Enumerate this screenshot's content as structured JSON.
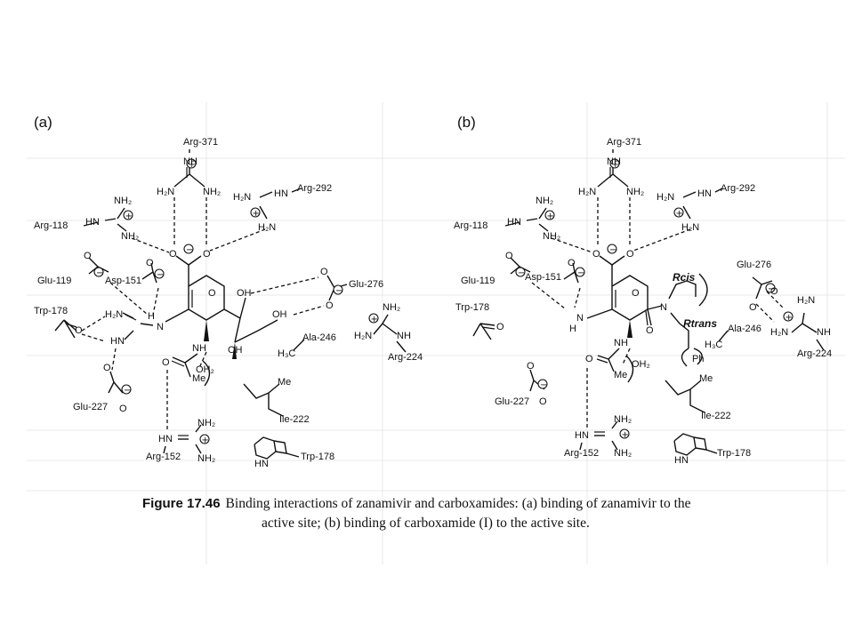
{
  "panels": {
    "a": {
      "label": "(a)",
      "residues": {
        "arg371": "Arg-371",
        "arg292": "Arg-292",
        "arg118": "Arg-118",
        "glu119": "Glu-119",
        "asp151": "Asp-151",
        "glu276": "Glu-276",
        "trp178_top": "Trp-178",
        "ala246": "Ala-246",
        "arg224": "Arg-224",
        "glu227": "Glu-227",
        "ile222": "Ile-222",
        "arg152": "Arg-152",
        "trp178_bottom": "Trp-178"
      },
      "groups": {
        "h2n_371": "H₂N",
        "nh2_371": "NH₂",
        "nh_371": "NH",
        "h2n_292": "H₂N",
        "hn_292": "HN",
        "h2n_292b": "H₂N",
        "nh2_118a": "NH₂",
        "hn_118": "HN",
        "nh2_118b": "NH₂",
        "o_carb1": "O",
        "o_carb2": "O",
        "o_ring": "O",
        "oh1": "OH",
        "oh2": "OH",
        "oh3": "OH",
        "o_276a": "O",
        "o_276b": "O",
        "h2n_guan": "H₂N",
        "h_guan": "H",
        "n_guan": "N",
        "hn_guan": "HN",
        "o_trp": "O",
        "nh_amide": "NH",
        "o_amide": "O",
        "me_amide": "Me",
        "oh2_water": "OH₂",
        "nh2_224": "NH₂",
        "h2n_224": "H₂N",
        "nh_224": "NH",
        "h3c_246": "H₃C",
        "o_227": "O",
        "o_227b": "O",
        "me_222": "Me",
        "nh2_152": "NH₂",
        "hn_152": "HN",
        "nh2_152b": "NH₂",
        "hn_trp": "HN",
        "o_119": "O",
        "o_151": "O"
      }
    },
    "b": {
      "label": "(b)",
      "residues": {
        "arg371": "Arg-371",
        "arg292": "Arg-292",
        "arg118": "Arg-118",
        "glu119": "Glu-119",
        "asp151": "Asp-151",
        "glu276": "Glu-276",
        "trp178_top": "Trp-178",
        "ala246": "Ala-246",
        "arg224": "Arg-224",
        "glu227": "Glu-227",
        "ile222": "Ile-222",
        "arg152": "Arg-152",
        "trp178_bottom": "Trp-178"
      },
      "groups": {
        "rcis": "Rcis",
        "rtrans": "Rtrans",
        "ph": "Ph",
        "n_amide": "N",
        "o_amide": "O",
        "h2n_371": "H₂N",
        "nh2_371": "NH₂",
        "nh_371": "NH",
        "h2n_292": "H₂N",
        "hn_292": "HN",
        "h2n_292b": "H₂N",
        "nh2_118a": "NH₂",
        "hn_118": "HN",
        "nh2_118b": "NH₂",
        "o_carb1": "O",
        "o_carb2": "O",
        "o_ring": "O",
        "o_276": "O",
        "o_276b": "O",
        "h2n_224a": "H₂N",
        "h2n_224b": "H₂N",
        "nh_224": "NH",
        "h3c_246": "H₃C",
        "n_h": "N",
        "h_nh": "H",
        "o_trp": "O",
        "nh_acet": "NH",
        "o_acet": "O",
        "me_acet": "Me",
        "oh2_water": "OH₂",
        "o_227": "O",
        "o_227b": "O",
        "me_222": "Me",
        "nh2_152": "NH₂",
        "hn_152": "HN",
        "nh2_152b": "NH₂",
        "hn_trp": "HN",
        "o_119": "O",
        "o_151": "O"
      }
    }
  },
  "caption": {
    "figure_number": "Figure 17.46",
    "line1": "Binding interactions of zanamivir and carboxamides: (a) binding of zanamivir to the",
    "line2": "active site; (b) binding of carboxamide (I) to the active site."
  }
}
